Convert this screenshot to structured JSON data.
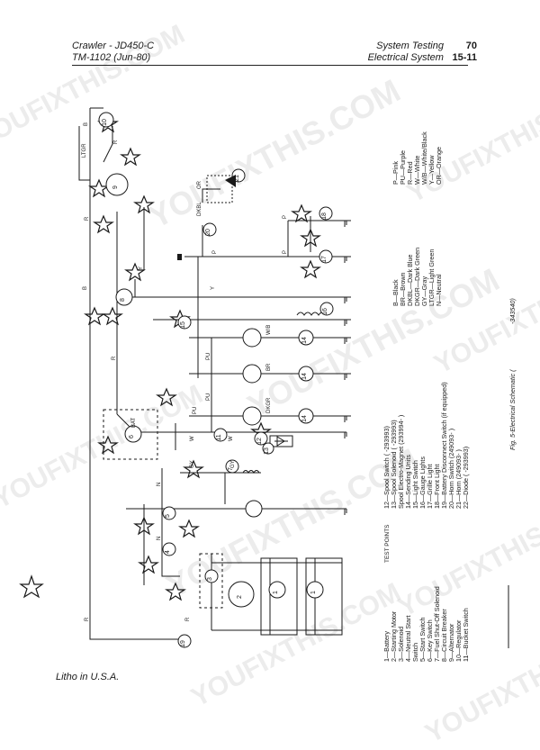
{
  "header": {
    "left_line1": "Crawler - JD450-C",
    "left_line2": "TM-1102 (Jun-80)",
    "right_line1_text": "System Testing",
    "right_line1_num": "70",
    "right_line2_text": "Electrical System",
    "right_line2_num": "15-11"
  },
  "footer": "Litho in U.S.A.",
  "watermark": "YOUFIXTHIS.COM",
  "schematic": {
    "caption": "Fig. 5-Electrical Schematic (",
    "caption_code": "-343540)",
    "test_points": "TEST POINTS",
    "legend_col1": [
      "1—Battery",
      "2—Starting Motor",
      "3—Solenoid",
      "4—Neutral Start",
      "   Switch",
      "5—Start Switch",
      "6—Key Switch",
      "7—Fuel Shut-Off Solenoid",
      "8—Circuit Breaker",
      "9—Alternator",
      "10—Regulator",
      "11—Bucket Switch"
    ],
    "legend_col2": [
      "12—Spool Switch (       -293993)",
      "13—Spool Solenoid (       -293993)",
      "    Spool Electro-Magnet (293994-       )",
      "14—Sending Units",
      "15—Light Switch",
      "16—Gauge Lights",
      "17—Grille Light",
      "18—Front Light",
      "19—Battery Disconnect Switch (if equipped)",
      "20—Horn Switch (249093-       )",
      "21—Horn (249093-       )",
      "22—Diode (       -293993)"
    ],
    "color_codes_col1": [
      "B—Black",
      "BR—Brown",
      "DKBL—Dark Blue",
      "DKGR—Dark Green",
      "GY—Gray",
      "LTGR—Light Green",
      "N—Neutral"
    ],
    "color_codes_col2": [
      "P—Pink",
      "PU—Purple",
      "R—Red",
      "W—White",
      "W/B—White/Black",
      "Y—Yellow",
      "OR—Orange"
    ],
    "component_labels": [
      "1",
      "1",
      "2",
      "3",
      "4",
      "5",
      "6",
      "7",
      "8",
      "9",
      "10",
      "11",
      "12",
      "13",
      "14",
      "14",
      "14",
      "15",
      "16",
      "17",
      "18",
      "19",
      "20",
      "21"
    ],
    "wire_labels": [
      "R",
      "B",
      "R",
      "Y",
      "Y",
      "P",
      "P",
      "P",
      "DKBL",
      "W/B",
      "BR",
      "DKGR",
      "PU",
      "PU",
      "PU",
      "W",
      "W",
      "GY",
      "GY",
      "N",
      "N",
      "R",
      "R",
      "BAT",
      "R",
      "LTGR",
      "OR",
      "B"
    ]
  }
}
